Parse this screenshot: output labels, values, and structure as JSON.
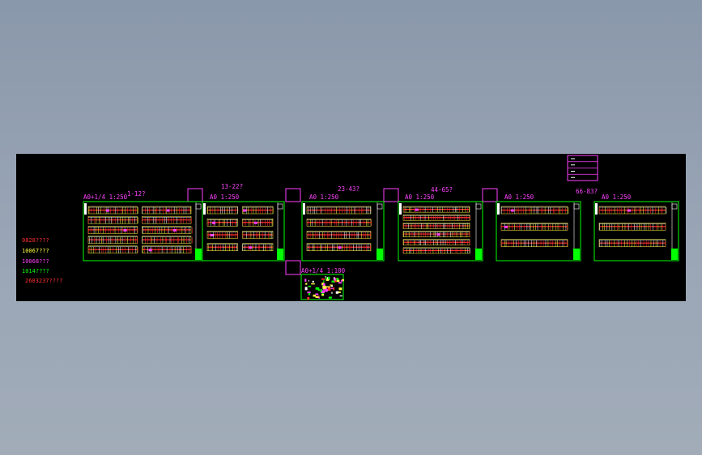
{
  "colors": {
    "background": "#8f9cb0",
    "canvas": "#000000",
    "frame": "#00ff00",
    "magenta": "#ff40ff",
    "red": "#ff3030",
    "yellow": "#ffff40",
    "white": "#ffffff"
  },
  "sheets": [
    {
      "scale": "A0+1/4  1:250",
      "range": "1-12?"
    },
    {
      "scale": "A0  1:250",
      "range": "13-22?"
    },
    {
      "scale": "A0  1:250",
      "range": "23-43?"
    },
    {
      "scale": "A0  1:250",
      "range": "44-65?"
    },
    {
      "scale": "A0  1:250",
      "range": ""
    },
    {
      "scale": "A0  1:250",
      "range": "66-83?"
    }
  ],
  "detail_sheet": {
    "scale": "A0+1/4  1:100"
  },
  "legend_notes": [
    {
      "text": "0828????",
      "color": "#ff3030"
    },
    {
      "text": "10067???",
      "color": "#ffff40"
    },
    {
      "text": "10068???",
      "color": "#ff40ff"
    },
    {
      "text": "1014????",
      "color": "#00ff00"
    },
    {
      "text": "2603237????",
      "color": "#ff3030"
    }
  ],
  "title_block": {
    "rows": 4
  }
}
